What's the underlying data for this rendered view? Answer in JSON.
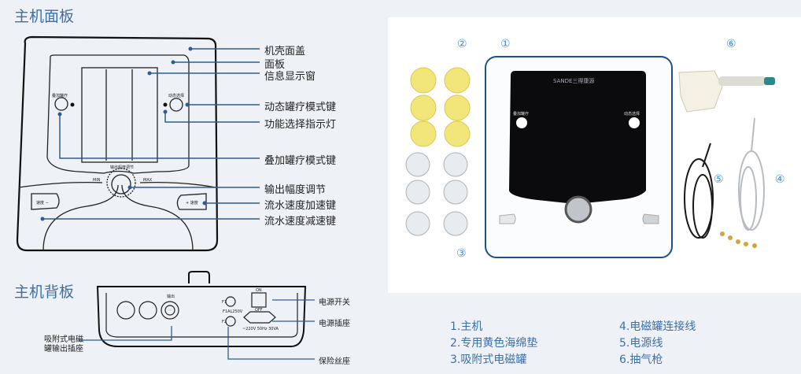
{
  "front": {
    "title": "主机面板",
    "labels": [
      "机壳面盖",
      "面板",
      "信息显示窗",
      "动态罐疗模式键",
      "功能选择指示灯",
      "叠加罐疗模式键",
      "输出幅度调节",
      "流水速度加速键",
      "流水速度减速键"
    ],
    "panel_text": {
      "left_key": "叠加罐疗",
      "right_key": "动态选择",
      "min": "MIN",
      "max": "MAX",
      "dial": "输出幅度调节",
      "speed_down": "速度 −",
      "speed_up": "+ 速度"
    }
  },
  "back": {
    "title": "主机背板",
    "labels": {
      "power_switch": "电源开关",
      "power_socket": "电源插座",
      "fuse": "保险丝座",
      "output_line1": "吸附式电磁",
      "output_line2": "罐输出插座"
    },
    "panel_text": {
      "on": "ON",
      "off": "OFF",
      "f1": "F1",
      "f2": "F2",
      "fuse_rating": "F1AL250V",
      "power_rating": "~220V  50Hz  30VA",
      "output": "输出"
    }
  },
  "photo": {
    "markers": [
      "①",
      "②",
      "③",
      "④",
      "⑤",
      "⑥"
    ],
    "brand": "SANDE三得康源",
    "left_key": "叠加罐疗",
    "right_key": "动态选择"
  },
  "legend": [
    "1.主机",
    "2.专用黄色海绵垫",
    "3.吸附式电磁罐",
    "4.电磁罐连接线",
    "5.电源线",
    "6.抽气枪"
  ],
  "colors": {
    "accent": "#3d6fa8",
    "leader": "#2f5c8f"
  }
}
